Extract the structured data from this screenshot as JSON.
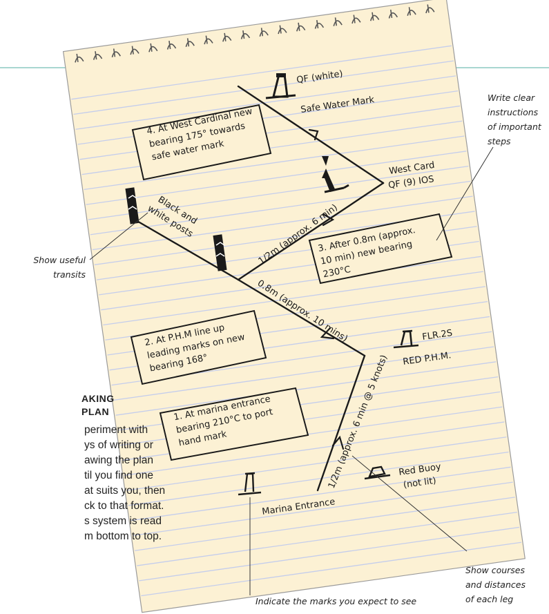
{
  "colors": {
    "paper": "#fcf1d4",
    "rule_line": "#c4cdec",
    "teal_rule": "#a8d6d0",
    "ink": "#1a1a1a"
  },
  "sidebar": {
    "title_lines": [
      "AKING",
      "PLAN"
    ],
    "body_lines": [
      "periment with",
      "ys of writing or",
      "awing the plan",
      "til you find one",
      "at suits you, then",
      "ck to that format.",
      "s system is read",
      "m bottom to top."
    ]
  },
  "boxes": {
    "box4": [
      "4. At West Cardinal new",
      "bearing 175° towards",
      "safe water mark"
    ],
    "box3": [
      "3. After 0.8m (approx.",
      "10 min) new bearing",
      "230°C"
    ],
    "box2": [
      "2. At P.H.M line up",
      "leading marks on new",
      "bearing 168°"
    ],
    "box1": [
      "1. At marina entrance",
      "bearing 210°C to port",
      "hand mark"
    ]
  },
  "marks": {
    "qf_white": "QF (white)",
    "safe_water": "Safe Water Mark",
    "west_card_1": "West Card",
    "west_card_2": "QF (9) IOS",
    "posts_1": "Black and",
    "posts_2": "white posts",
    "flr": "FLR.2S",
    "red_phm": "RED P.H.M.",
    "red_buoy_1": "Red Buoy",
    "red_buoy_2": "(not lit)",
    "marina": "Marina Entrance"
  },
  "legs": {
    "leg_top": "1/2m (approx. 6 min)",
    "leg_middle": "0.8m (approx. 10 mins)",
    "leg_bottom": "1/2m (approx. 6 min @ 5 knots)"
  },
  "callouts": {
    "write_clear": [
      "Write clear",
      "instructions",
      "of important",
      "steps"
    ],
    "show_transits": [
      "Show useful",
      "transits"
    ],
    "show_courses": [
      "Show courses",
      "and distances",
      "of each leg"
    ],
    "indicate": "Indicate the marks you expect to see"
  }
}
